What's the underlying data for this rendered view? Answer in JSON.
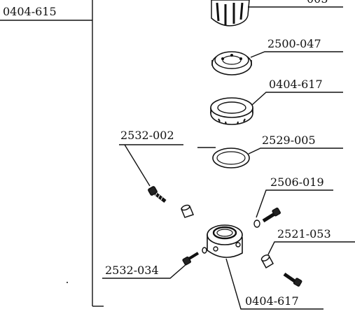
{
  "labels": {
    "assembly": "0404-615",
    "bearing": "2500-047",
    "nut_top": "0404-617",
    "set_screw_left": "2532-002",
    "o_ring": "2529-005",
    "screw_right": "2506-019",
    "sleeve_right": "2521-053",
    "screw_bottom_left": "2532-034",
    "collar": "0404-617",
    "top_cutoff": "005"
  }
}
